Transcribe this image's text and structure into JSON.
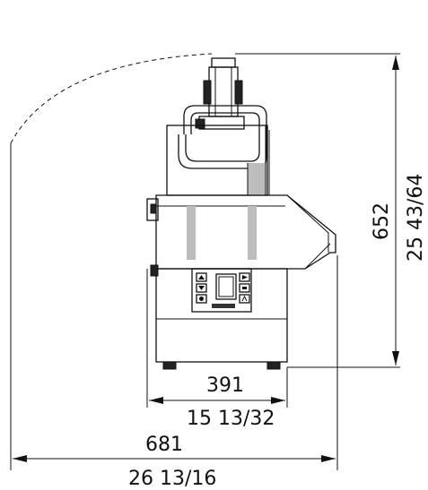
{
  "dimensions": {
    "height_mm": "652",
    "height_in": "25 43/64",
    "base_width_mm": "391",
    "base_width_in": "15 13/32",
    "overall_width_mm": "681",
    "overall_width_in": "26 13/16"
  }
}
